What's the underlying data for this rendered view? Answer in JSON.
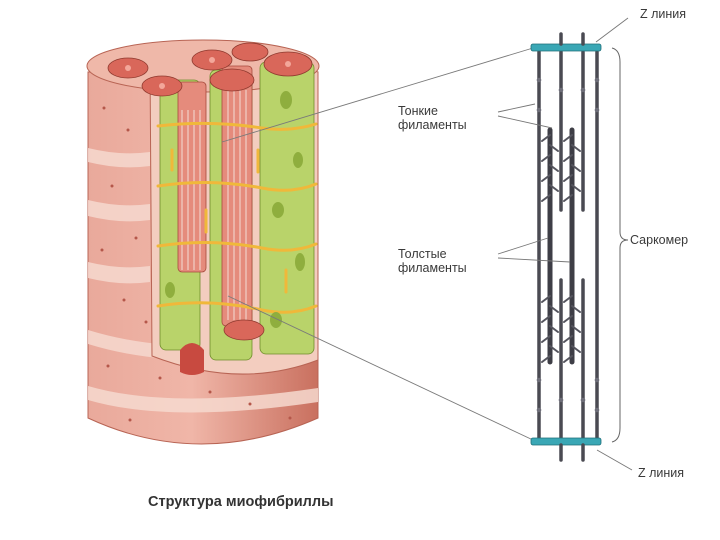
{
  "labels": {
    "z_top": "Z линия",
    "z_bottom": "Z линия",
    "thin_filaments_l1": "Тонкие",
    "thin_filaments_l2": "филаменты",
    "thick_filaments_l1": "Толстые",
    "thick_filaments_l2": "филаменты",
    "sarcomere": "Саркомер"
  },
  "caption": "Структура миофибриллы",
  "colors": {
    "muscle_pink": "#e8a597",
    "muscle_dark": "#c86a5c",
    "myofibril_green": "#b9d36a",
    "reticulum_yellow": "#f0b83a",
    "z_disc_teal": "#3aa7b5",
    "filament_dark": "#4a4a52"
  }
}
